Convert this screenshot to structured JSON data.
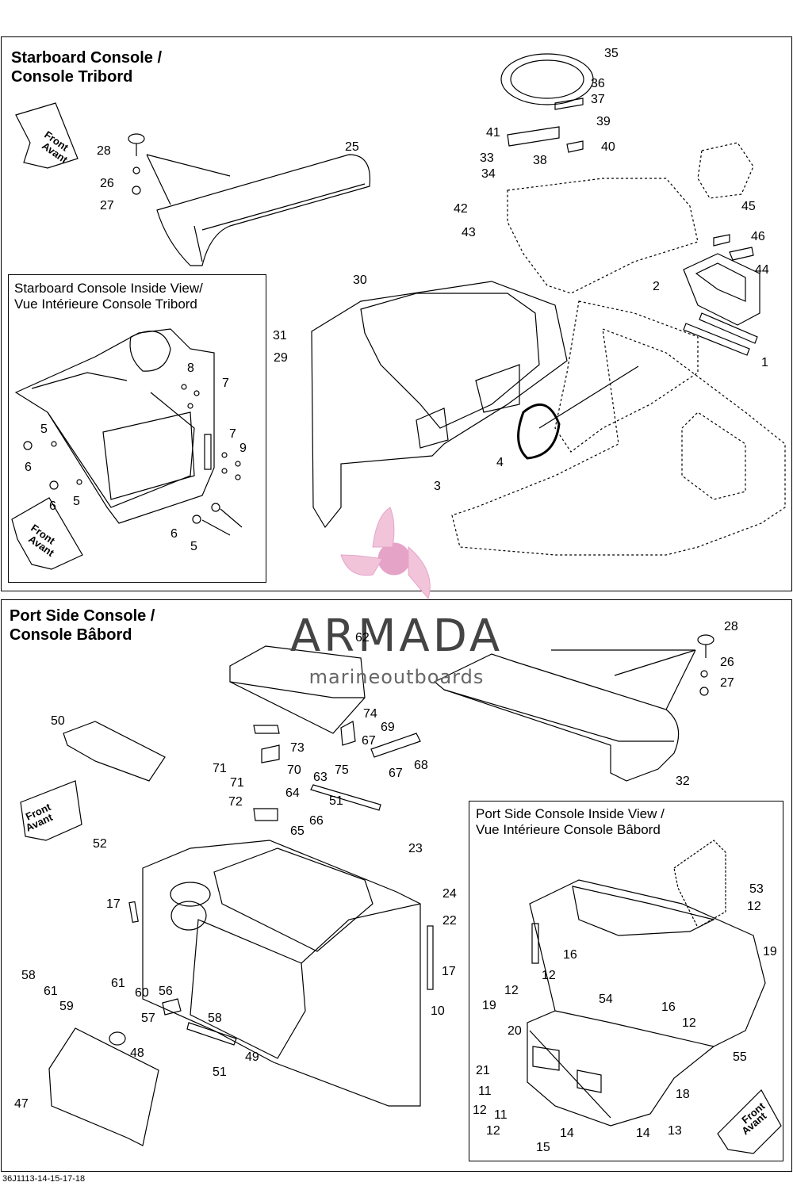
{
  "top_panel": {
    "title_line1": "Starboard Console /",
    "title_line2": "Console Tribord",
    "inset_line1": "Starboard Console Inside View/",
    "inset_line2": "Vue Intérieure Console Tribord",
    "front_label_1": "Front",
    "front_label_2": "Avant"
  },
  "bottom_panel": {
    "title_line1": "Port Side Console /",
    "title_line2": "Console Bâbord",
    "inset_line1": "Port Side Console Inside View /",
    "inset_line2": "Vue Intérieure Console Bâbord",
    "front_label_1": "Front",
    "front_label_2": "Avant"
  },
  "watermark": {
    "brand": "ARMADA",
    "tagline": "marineoutboards",
    "color": "#e6a3c8"
  },
  "drawing_code": "36J1113-14-15-17-18",
  "callouts_top": [
    "35",
    "36",
    "37",
    "39",
    "41",
    "33",
    "34",
    "38",
    "40",
    "42",
    "43",
    "45",
    "46",
    "44",
    "2",
    "1",
    "4",
    "3",
    "30",
    "31",
    "29",
    "28",
    "26",
    "27",
    "25",
    "8",
    "7",
    "7",
    "9",
    "5",
    "6",
    "6",
    "5",
    "6",
    "5"
  ],
  "callouts_bottom": [
    "62",
    "28",
    "26",
    "27",
    "32",
    "74",
    "69",
    "67",
    "68",
    "73",
    "70",
    "71",
    "71",
    "72",
    "75",
    "67",
    "63",
    "51",
    "64",
    "66",
    "65",
    "50",
    "52",
    "17",
    "23",
    "24",
    "22",
    "17",
    "10",
    "58",
    "61",
    "61",
    "60",
    "59",
    "56",
    "57",
    "58",
    "49",
    "51",
    "48",
    "47",
    "53",
    "12",
    "19",
    "16",
    "12",
    "19",
    "12",
    "54",
    "16",
    "12",
    "55",
    "20",
    "21",
    "11",
    "12",
    "11",
    "12",
    "15",
    "14",
    "14",
    "13",
    "18"
  ]
}
